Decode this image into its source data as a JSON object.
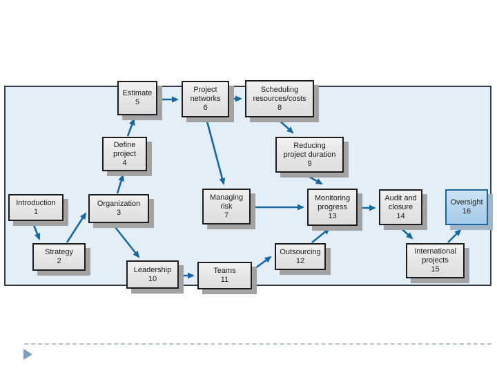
{
  "colors": {
    "arrow": "#1668a3",
    "panel_fill": "#e3eef7",
    "panel_border": "#323d47",
    "node_border": "#1c1c1c",
    "node_shadow": "#a3a3a3",
    "highlight_border": "#1a679f",
    "bullet": "#7e9ebc",
    "dash_line": "#b6c2cb"
  },
  "diagram": {
    "nodes": [
      {
        "id": "introduction",
        "label": "Introduction",
        "number": "1",
        "highlighted": false
      },
      {
        "id": "strategy",
        "label": "Strategy",
        "number": "2",
        "highlighted": false
      },
      {
        "id": "organization",
        "label": "Organization",
        "number": "3",
        "highlighted": false
      },
      {
        "id": "define-project",
        "label": "Define\nproject",
        "number": "4",
        "highlighted": false
      },
      {
        "id": "estimate",
        "label": "Estimate",
        "number": "5",
        "highlighted": false
      },
      {
        "id": "project-networks",
        "label": "Project\nnetworks",
        "number": "6",
        "highlighted": false
      },
      {
        "id": "managing-risk",
        "label": "Managing\nrisk",
        "number": "7",
        "highlighted": false
      },
      {
        "id": "scheduling",
        "label": "Scheduling\nresources/costs",
        "number": "8",
        "highlighted": false
      },
      {
        "id": "reducing",
        "label": "Reducing\nproject duration",
        "number": "9",
        "highlighted": false
      },
      {
        "id": "leadership",
        "label": "Leadership",
        "number": "10",
        "highlighted": false
      },
      {
        "id": "teams",
        "label": "Teams",
        "number": "11",
        "highlighted": false
      },
      {
        "id": "outsourcing",
        "label": "Outsourcing",
        "number": "12",
        "highlighted": false
      },
      {
        "id": "monitoring",
        "label": "Monitoring\nprogress",
        "number": "13",
        "highlighted": false
      },
      {
        "id": "audit",
        "label": "Audit and\nclosure",
        "number": "14",
        "highlighted": false
      },
      {
        "id": "international",
        "label": "International\nprojects",
        "number": "15",
        "highlighted": false
      },
      {
        "id": "oversight",
        "label": "Oversight",
        "number": "16",
        "highlighted": true
      }
    ],
    "edges": [
      {
        "from": "introduction",
        "to": "strategy"
      },
      {
        "from": "strategy",
        "to": "organization"
      },
      {
        "from": "organization",
        "to": "define-project"
      },
      {
        "from": "define-project",
        "to": "estimate"
      },
      {
        "from": "estimate",
        "to": "project-networks"
      },
      {
        "from": "project-networks",
        "to": "scheduling"
      },
      {
        "from": "project-networks",
        "to": "managing-risk"
      },
      {
        "from": "scheduling",
        "to": "reducing"
      },
      {
        "from": "reducing",
        "to": "monitoring"
      },
      {
        "from": "managing-risk",
        "to": "monitoring"
      },
      {
        "from": "monitoring",
        "to": "audit"
      },
      {
        "from": "organization",
        "to": "leadership"
      },
      {
        "from": "leadership",
        "to": "teams"
      },
      {
        "from": "teams",
        "to": "outsourcing"
      },
      {
        "from": "outsourcing",
        "to": "monitoring"
      },
      {
        "from": "audit",
        "to": "international"
      },
      {
        "from": "international",
        "to": "oversight"
      }
    ]
  }
}
